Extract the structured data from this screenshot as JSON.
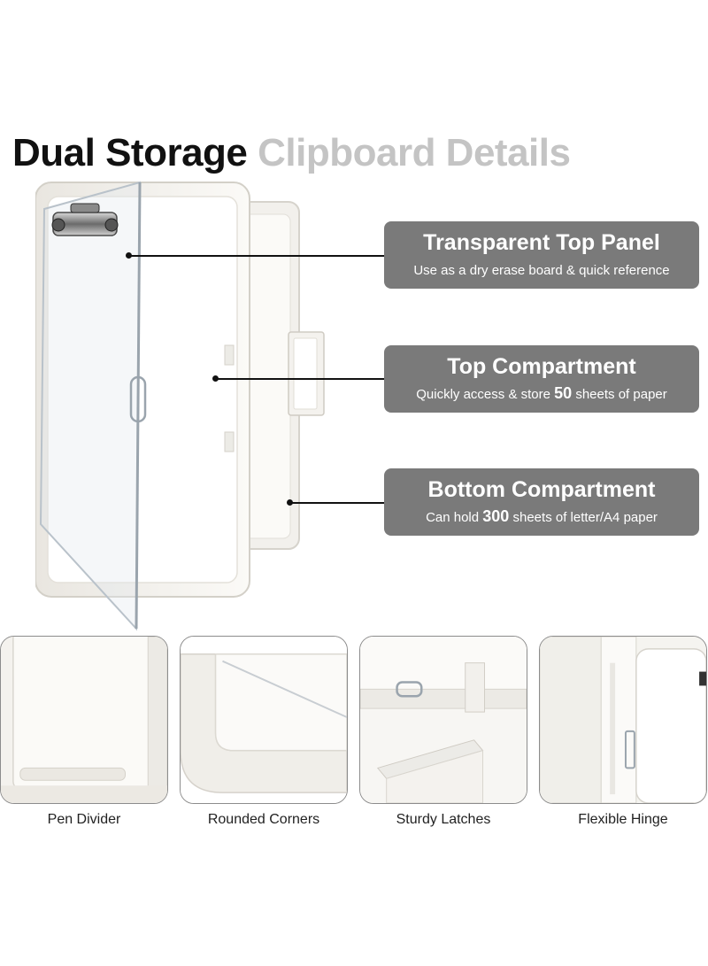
{
  "title": {
    "dark": "Dual Storage",
    "light": "Clipboard Details"
  },
  "callouts": [
    {
      "heading": "Transparent Top Panel",
      "sub_before": "Use as a dry erase board & quick reference",
      "sub_bold": "",
      "sub_after": ""
    },
    {
      "heading": "Top Compartment",
      "sub_before": "Quickly access & store ",
      "sub_bold": "50",
      "sub_after": " sheets of paper"
    },
    {
      "heading": "Bottom Compartment",
      "sub_before": "Can hold ",
      "sub_bold": "300",
      "sub_after": " sheets of letter/A4 paper"
    }
  ],
  "details": [
    {
      "caption": "Pen Divider"
    },
    {
      "caption": "Rounded Corners"
    },
    {
      "caption": "Sturdy Latches"
    },
    {
      "caption": "Flexible Hinge"
    }
  ],
  "colors": {
    "callout_bg": "#7a7a7a",
    "title_dark": "#111111",
    "title_light": "#c4c4c4",
    "case_white": "#f7f5f1"
  }
}
